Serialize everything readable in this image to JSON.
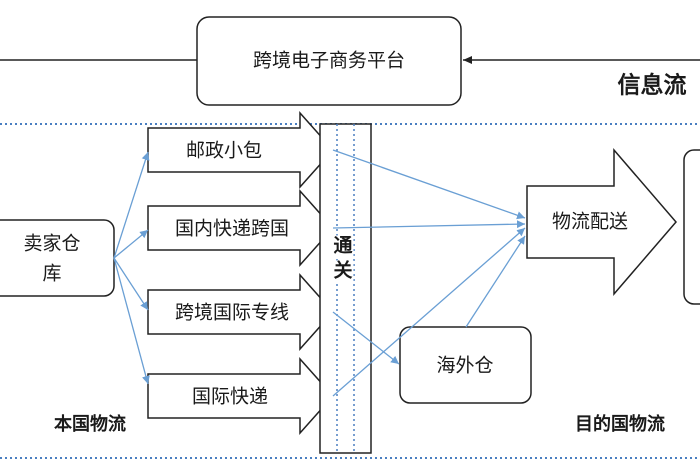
{
  "diagram": {
    "platform": "跨境电子商务平台",
    "info_flow": "信息流",
    "seller_warehouse_line1": "卖家仓",
    "seller_warehouse_line2": "库",
    "channels": {
      "postal": "邮政小包",
      "domestic_express": "国内快递跨国",
      "dedicated_line": "跨境国际专线",
      "intl_express": "国际快递"
    },
    "customs_line1": "通",
    "customs_line2": "关",
    "overseas_warehouse": "海外仓",
    "delivery": "物流配送",
    "domestic_logistics": "本国物流",
    "destination_logistics": "目的国物流"
  },
  "colors": {
    "stroke": "#222222",
    "connector": "#6a9fd4",
    "dotted_border": "#4a7fc1",
    "text": "#1a1a1a"
  }
}
